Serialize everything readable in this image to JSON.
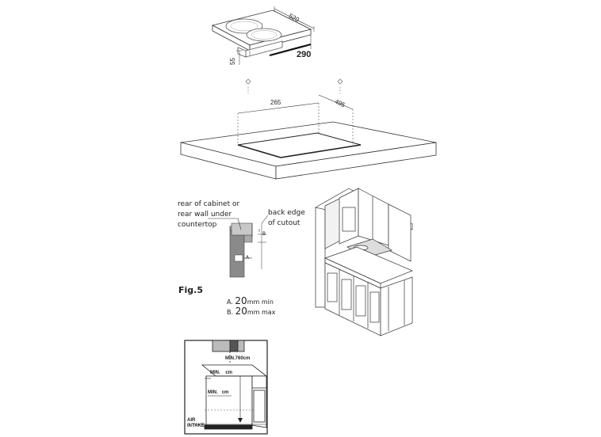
{
  "top_drawing": {
    "dims": {
      "depth": "520",
      "width": "290",
      "height": "55"
    }
  },
  "cutout_drawing": {
    "dims": {
      "width": "265",
      "depth": "495"
    }
  },
  "section_detail": {
    "caption": "rear of cabinet or\nrear wall under\ncountertop",
    "back_edge": "back edge\nof cutout",
    "label_a": "A",
    "label_b": "B",
    "fig_label": "Fig.5",
    "spec_a_prefix": "A.",
    "spec_a_value": "20",
    "spec_a_unit": "mm min",
    "spec_b_prefix": "B.",
    "spec_b_value": "20",
    "spec_b_unit": "mm max"
  },
  "cabinet_section": {
    "min_760": "MIN.760cm",
    "min_left": "MIN.",
    "min_left_unit": "cm",
    "min_mid": "MIN.",
    "min_mid_unit": "cm",
    "air_intake_1": "AIR",
    "air_intake_2": "INTAKE"
  }
}
